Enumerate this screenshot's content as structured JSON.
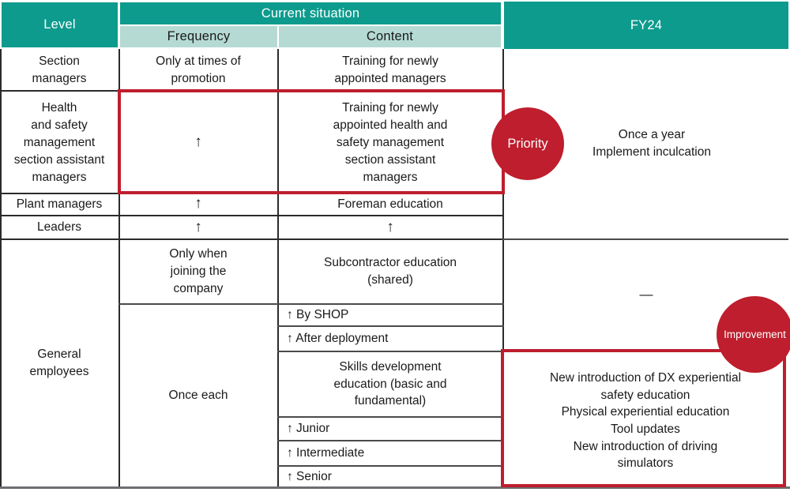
{
  "header": {
    "level": "Level",
    "current_situation": "Current situation",
    "frequency": "Frequency",
    "content": "Content",
    "fy24": "FY24"
  },
  "rows": {
    "section_managers": {
      "level": "Section\nmanagers",
      "frequency": "Only at times of\npromotion",
      "content": "Training for newly\nappointed managers"
    },
    "hs_assistant_managers": {
      "level": "Health\nand safety\nmanagement\nsection assistant\nmanagers",
      "frequency": "↑",
      "content": "Training for newly\nappointed health and\nsafety management\nsection assistant\nmanagers"
    },
    "plant_managers": {
      "level": "Plant managers",
      "frequency": "↑",
      "content": "Foreman education"
    },
    "leaders": {
      "level": "Leaders",
      "frequency": "↑",
      "content": "↑"
    },
    "general_employees": {
      "level": "General\nemployees",
      "frequency_joining": "Only when\njoining the\ncompany",
      "frequency_once_each": "Once each",
      "content_subcontractor": "Subcontractor education\n(shared)",
      "content_by_shop": "↑ By SHOP",
      "content_after_deployment": "↑ After deployment",
      "content_skills": "Skills development\neducation (basic and\nfundamental)",
      "content_junior": "↑ Junior",
      "content_intermediate": "↑ Intermediate",
      "content_senior": "↑ Senior"
    }
  },
  "fy24": {
    "once_a_year": "Once a year\nImplement inculcation",
    "dash": "—",
    "improvements": "New introduction of DX experiential\nsafety education\nPhysical experiential education\nTool updates\nNew introduction of driving\nsimulators"
  },
  "badges": {
    "priority": "Priority",
    "improvement": "Improvement"
  },
  "colors": {
    "teal": "#0d9b8d",
    "light_teal": "#b5dad3",
    "red": "#be1e2d"
  }
}
